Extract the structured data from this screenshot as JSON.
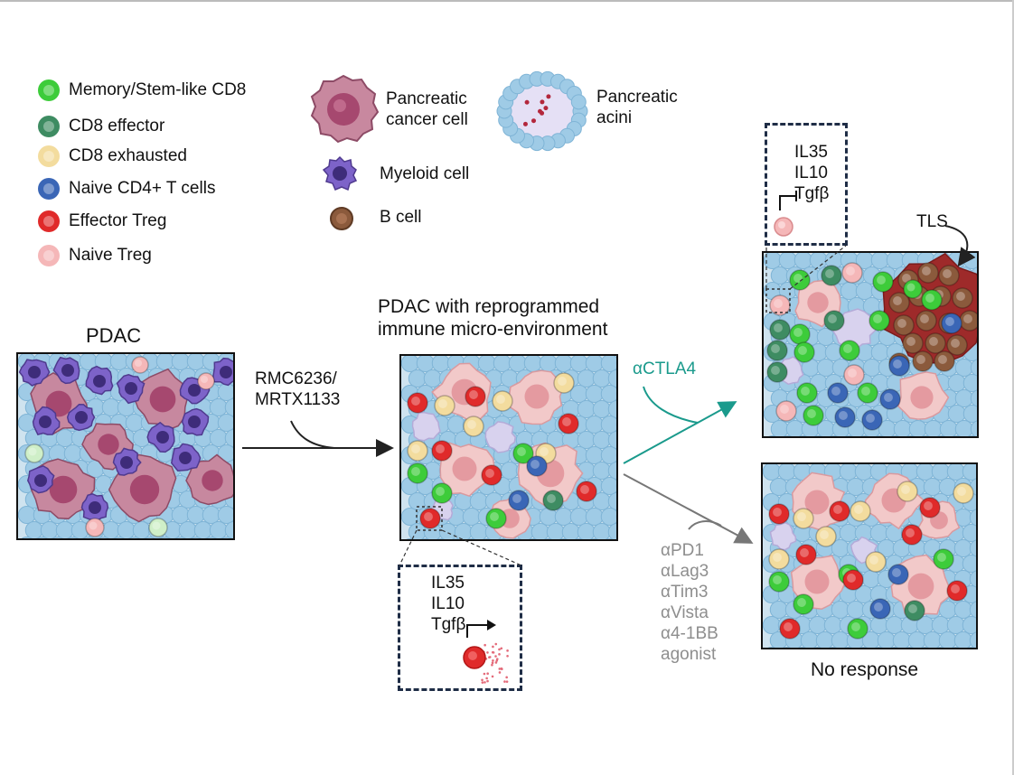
{
  "legend": {
    "cell_types": [
      {
        "label": "Memory/Stem-like CD8",
        "color": "#3dcc3a"
      },
      {
        "label": "CD8 effector",
        "color": "#3e8c62"
      },
      {
        "label": "CD8 exhausted",
        "color": "#f3dc9e"
      },
      {
        "label": "Naive CD4+ T cells",
        "color": "#3a66b6"
      },
      {
        "label": "Effector Treg",
        "color": "#e02a2a"
      },
      {
        "label": "Naive Treg",
        "color": "#f5b7b8"
      }
    ],
    "pancreatic_cancer_cell": "Pancreatic cancer cell",
    "pancreatic_cancer_cell_lines": [
      "Pancreatic",
      "cancer cell"
    ],
    "pancreatic_acini_lines": [
      "Pancreatic",
      "acini"
    ],
    "myeloid_cell": "Myeloid cell",
    "b_cell": "B cell"
  },
  "panels": {
    "pdac_title": "PDAC",
    "reprogrammed_title_lines": [
      "PDAC with reprogrammed",
      "immune micro-environment"
    ],
    "no_response_label": "No response",
    "tls_label": "TLS"
  },
  "treatments": {
    "first_lines": [
      "RMC6236/",
      "MRTX1133"
    ],
    "ctla4": "αCTLA4",
    "other_lines": [
      "αPD1",
      "αLag3",
      "αTim3",
      "αVista",
      "α4-1BB",
      "agonist"
    ]
  },
  "insets": {
    "bottom_lines": [
      "IL35",
      "IL10",
      "Tgfβ"
    ],
    "top_lines": [
      "IL35",
      "IL10",
      "Tgfβ"
    ]
  },
  "colors": {
    "memory_cd8": "#3dcc3a",
    "cd8_effector": "#3e8c62",
    "cd8_exhausted": "#f3dc9e",
    "naive_cd4": "#3a66b6",
    "effector_treg": "#e02a2a",
    "naive_treg": "#f5b7b8",
    "cancer_cell": "#b87a9a",
    "myeloid": "#6b52b8",
    "b_cell": "#8b5a3c",
    "acini": "#9fcbe6",
    "teal_arrow": "#1a9a8c",
    "grey_text": "#8e8e8e",
    "inset_border": "#1f2d46"
  }
}
